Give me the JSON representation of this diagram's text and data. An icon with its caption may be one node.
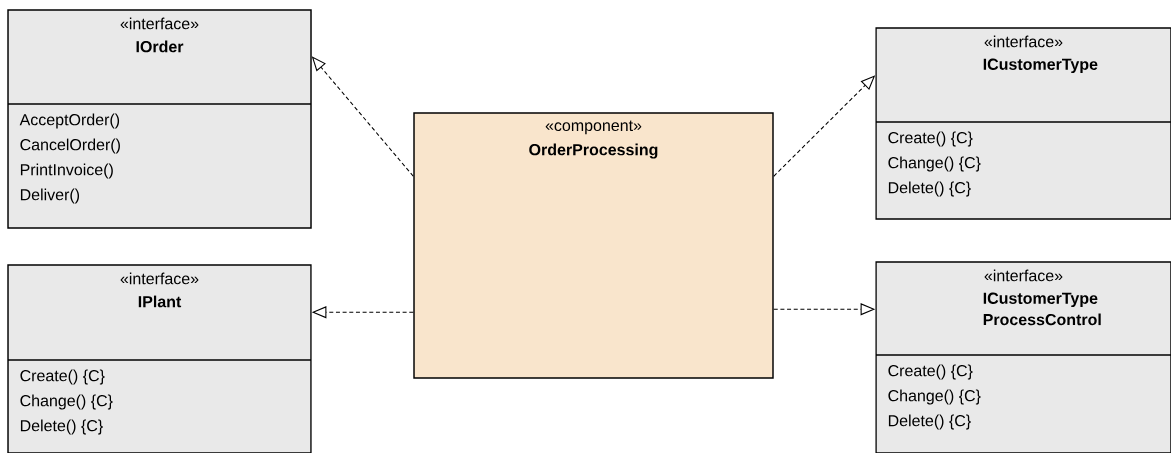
{
  "diagram": {
    "nodes": [
      {
        "text": [
          "«interface»",
          "IOrder",
          "AcceptOrder()",
          "CancelOrder()",
          "PrintInvoice()",
          "Deliver()"
        ]
      },
      {
        "text": [
          "«interface»",
          "ICustomerType",
          "Create() {C}",
          "Change() {C}",
          "Delete() {C}"
        ]
      },
      {
        "text": [
          "«component»",
          "OrderProcessing"
        ]
      },
      {
        "text": [
          "«interface»",
          "IPlant",
          "Create() {C}",
          "Change() {C}",
          "Delete() {C}"
        ]
      },
      {
        "text": [
          "«interface»",
          "ICustomerType ProcessControl",
          "Create() {C}",
          "Change() {C}",
          "Delete() {C}"
        ]
      }
    ],
    "edges": [
      {
        "from": 2,
        "to": 0,
        "arrow": "to",
        "style": "dashed"
      },
      {
        "from": 2,
        "to": 1,
        "arrow": "to",
        "style": "dashed"
      },
      {
        "from": 2,
        "to": 3,
        "arrow": "to",
        "style": "dashed"
      },
      {
        "from": 2,
        "to": 4,
        "arrow": "to",
        "style": "dashed"
      }
    ]
  }
}
